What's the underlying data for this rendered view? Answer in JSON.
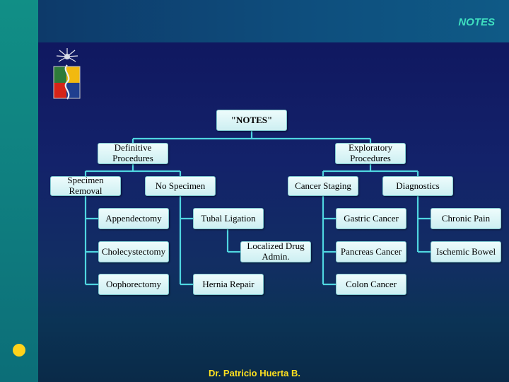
{
  "header": {
    "title": "NOTES"
  },
  "footer": {
    "author": "Dr. Patricio Huerta B."
  },
  "colors": {
    "accent": "#3fe0c0",
    "footer_text": "#ffe020",
    "bullet": "#ffd21a",
    "node_fill": "#d9f4f6",
    "connector": "#4fd6e0"
  },
  "logo": {
    "icon": "university-crest-icon"
  },
  "diagram": {
    "root": "\"NOTES\"",
    "definitive": "Definitive Procedures",
    "exploratory": "Exploratory Procedures",
    "specimen_removal": "Specimen Removal",
    "no_specimen": "No Specimen",
    "cancer_staging": "Cancer Staging",
    "diagnostics": "Diagnostics",
    "appendectomy": "Appendectomy",
    "cholecystectomy": "Cholecystectomy",
    "oophorectomy": "Oophorectomy",
    "tubal_ligation": "Tubal Ligation",
    "localized_drug": "Localized Drug Admin.",
    "hernia_repair": "Hernia Repair",
    "gastric_cancer": "Gastric Cancer",
    "pancreas_cancer": "Pancreas Cancer",
    "colon_cancer": "Colon Cancer",
    "chronic_pain": "Chronic Pain",
    "ischemic_bowel": "Ischemic Bowel"
  }
}
